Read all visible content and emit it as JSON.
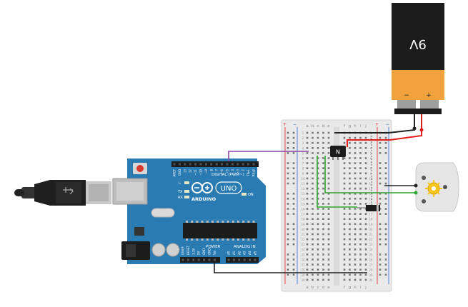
{
  "battery": {
    "label": "9V",
    "minus": "−",
    "plus": "+"
  },
  "arduino": {
    "brand": "ARDUINO",
    "model": "UNO",
    "digital_label": "DIGITAL (PWM~)",
    "power_label": "POWER",
    "analog_label": "ANALOG IN",
    "tx_label": "TX",
    "rx_label": "RX",
    "l_label": "L",
    "on_label": "ON",
    "digital_pins": [
      "AREF",
      "GND",
      "13",
      "12",
      "~11",
      "~10",
      "~9",
      "8",
      "7",
      "~6",
      "~5",
      "4",
      "~3",
      "2",
      "TX▸1",
      "RX◂0"
    ],
    "power_pins": [
      "IOREF",
      "RESET",
      "3.3V",
      "5V",
      "GND",
      "GND",
      "Vin"
    ],
    "analog_pins": [
      "A0",
      "A1",
      "A2",
      "A3",
      "A4",
      "A5"
    ]
  },
  "breadboard": {
    "columns_left": [
      "a",
      "b",
      "c",
      "d",
      "e"
    ],
    "columns_right": [
      "f",
      "g",
      "h",
      "i",
      "j"
    ],
    "rail_plus": "+",
    "rail_minus": "−",
    "row_count": 30
  },
  "transistor": {
    "label": "N"
  },
  "colors": {
    "wire_purple": "#8e44ad",
    "wire_green": "#2ea52e",
    "wire_red": "#e0201c",
    "wire_black": "#222222",
    "board_blue": "#2b7bb3",
    "battery_orange": "#f0a33c",
    "battery_black": "#1c1c1c"
  }
}
